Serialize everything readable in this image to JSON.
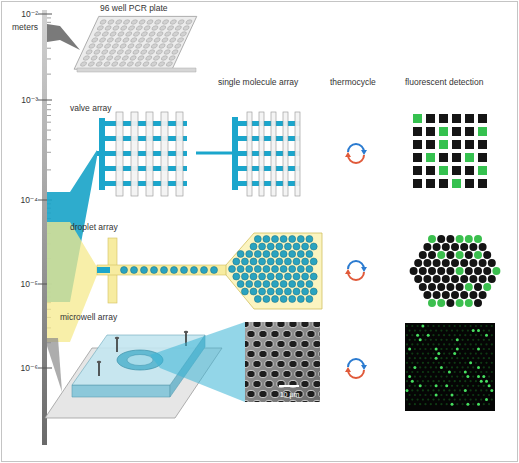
{
  "diagram": {
    "nodes": [
      {
        "text": [
          "10 μm"
        ]
      }
    ],
    "labels": [
      "96 well PCR plate",
      "10⁻²",
      "meters",
      "10⁻³",
      "valve array",
      "single molecule array",
      "thermocycle",
      "fluorescent detection",
      "10⁻⁴",
      "droplet array",
      "10⁻⁵",
      "microwell array",
      "10⁻⁶"
    ]
  }
}
